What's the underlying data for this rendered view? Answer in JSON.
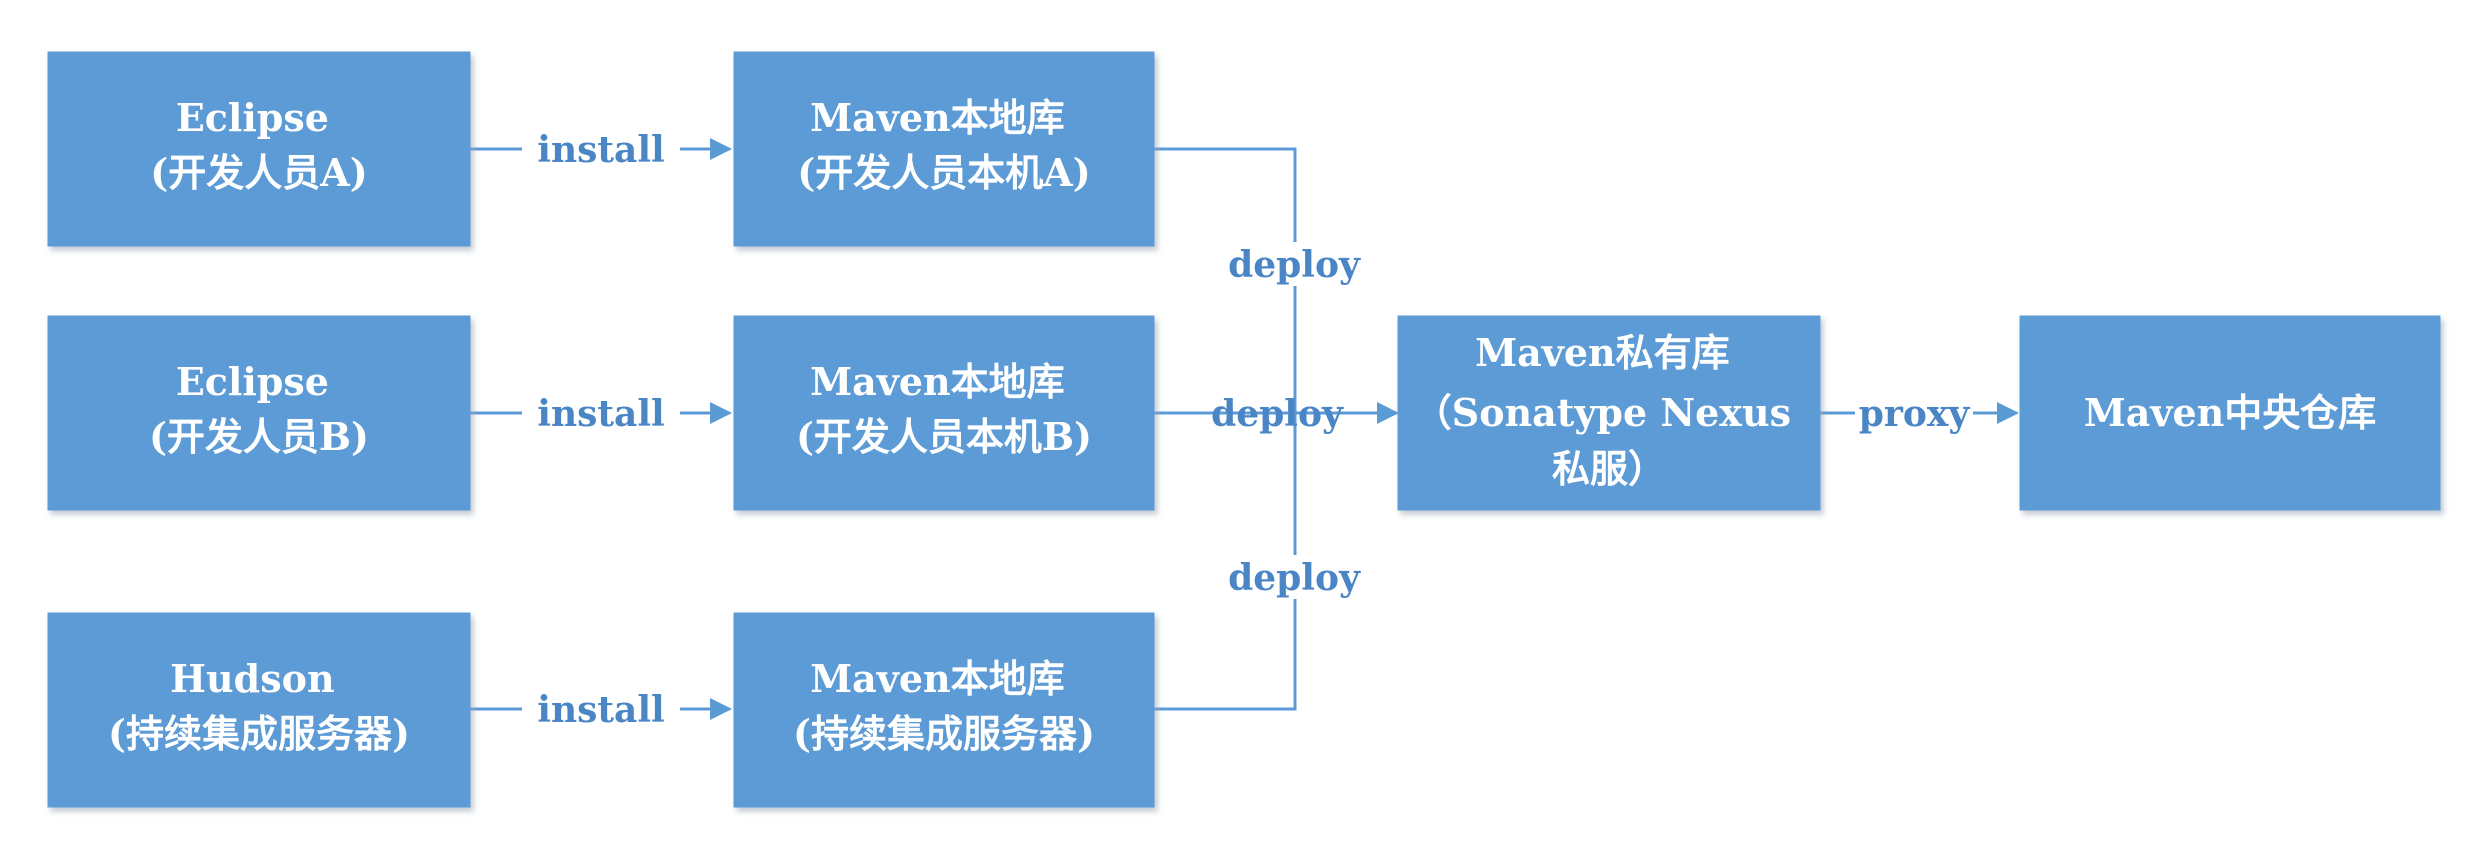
{
  "diagram": {
    "nodes": {
      "eclipse_a": {
        "lines": [
          "Eclipse",
          "(开发人员A)"
        ]
      },
      "eclipse_b": {
        "lines": [
          "Eclipse",
          "(开发人员B)"
        ]
      },
      "hudson": {
        "lines": [
          "Hudson",
          "(持续集成服务器)"
        ]
      },
      "local_a": {
        "lines": [
          "Maven本地库",
          "(开发人员本机A)"
        ]
      },
      "local_b": {
        "lines": [
          "Maven本地库",
          "(开发人员本机B)"
        ]
      },
      "local_ci": {
        "lines": [
          "Maven本地库",
          "(持续集成服务器)"
        ]
      },
      "nexus": {
        "lines": [
          "Maven私有库",
          "（Sonatype Nexus",
          "私服）"
        ]
      },
      "central": {
        "lines": [
          "Maven中央仓库"
        ]
      }
    },
    "edges": {
      "install_a": "install",
      "install_b": "install",
      "install_ci": "install",
      "deploy_a": "deploy",
      "deploy_b": "deploy",
      "deploy_ci": "deploy",
      "proxy": "proxy"
    },
    "colors": {
      "node_fill": "#5b9bd5",
      "node_text": "#ffffff",
      "edge": "#5b9bd5",
      "edge_label": "#4a86c5"
    }
  }
}
